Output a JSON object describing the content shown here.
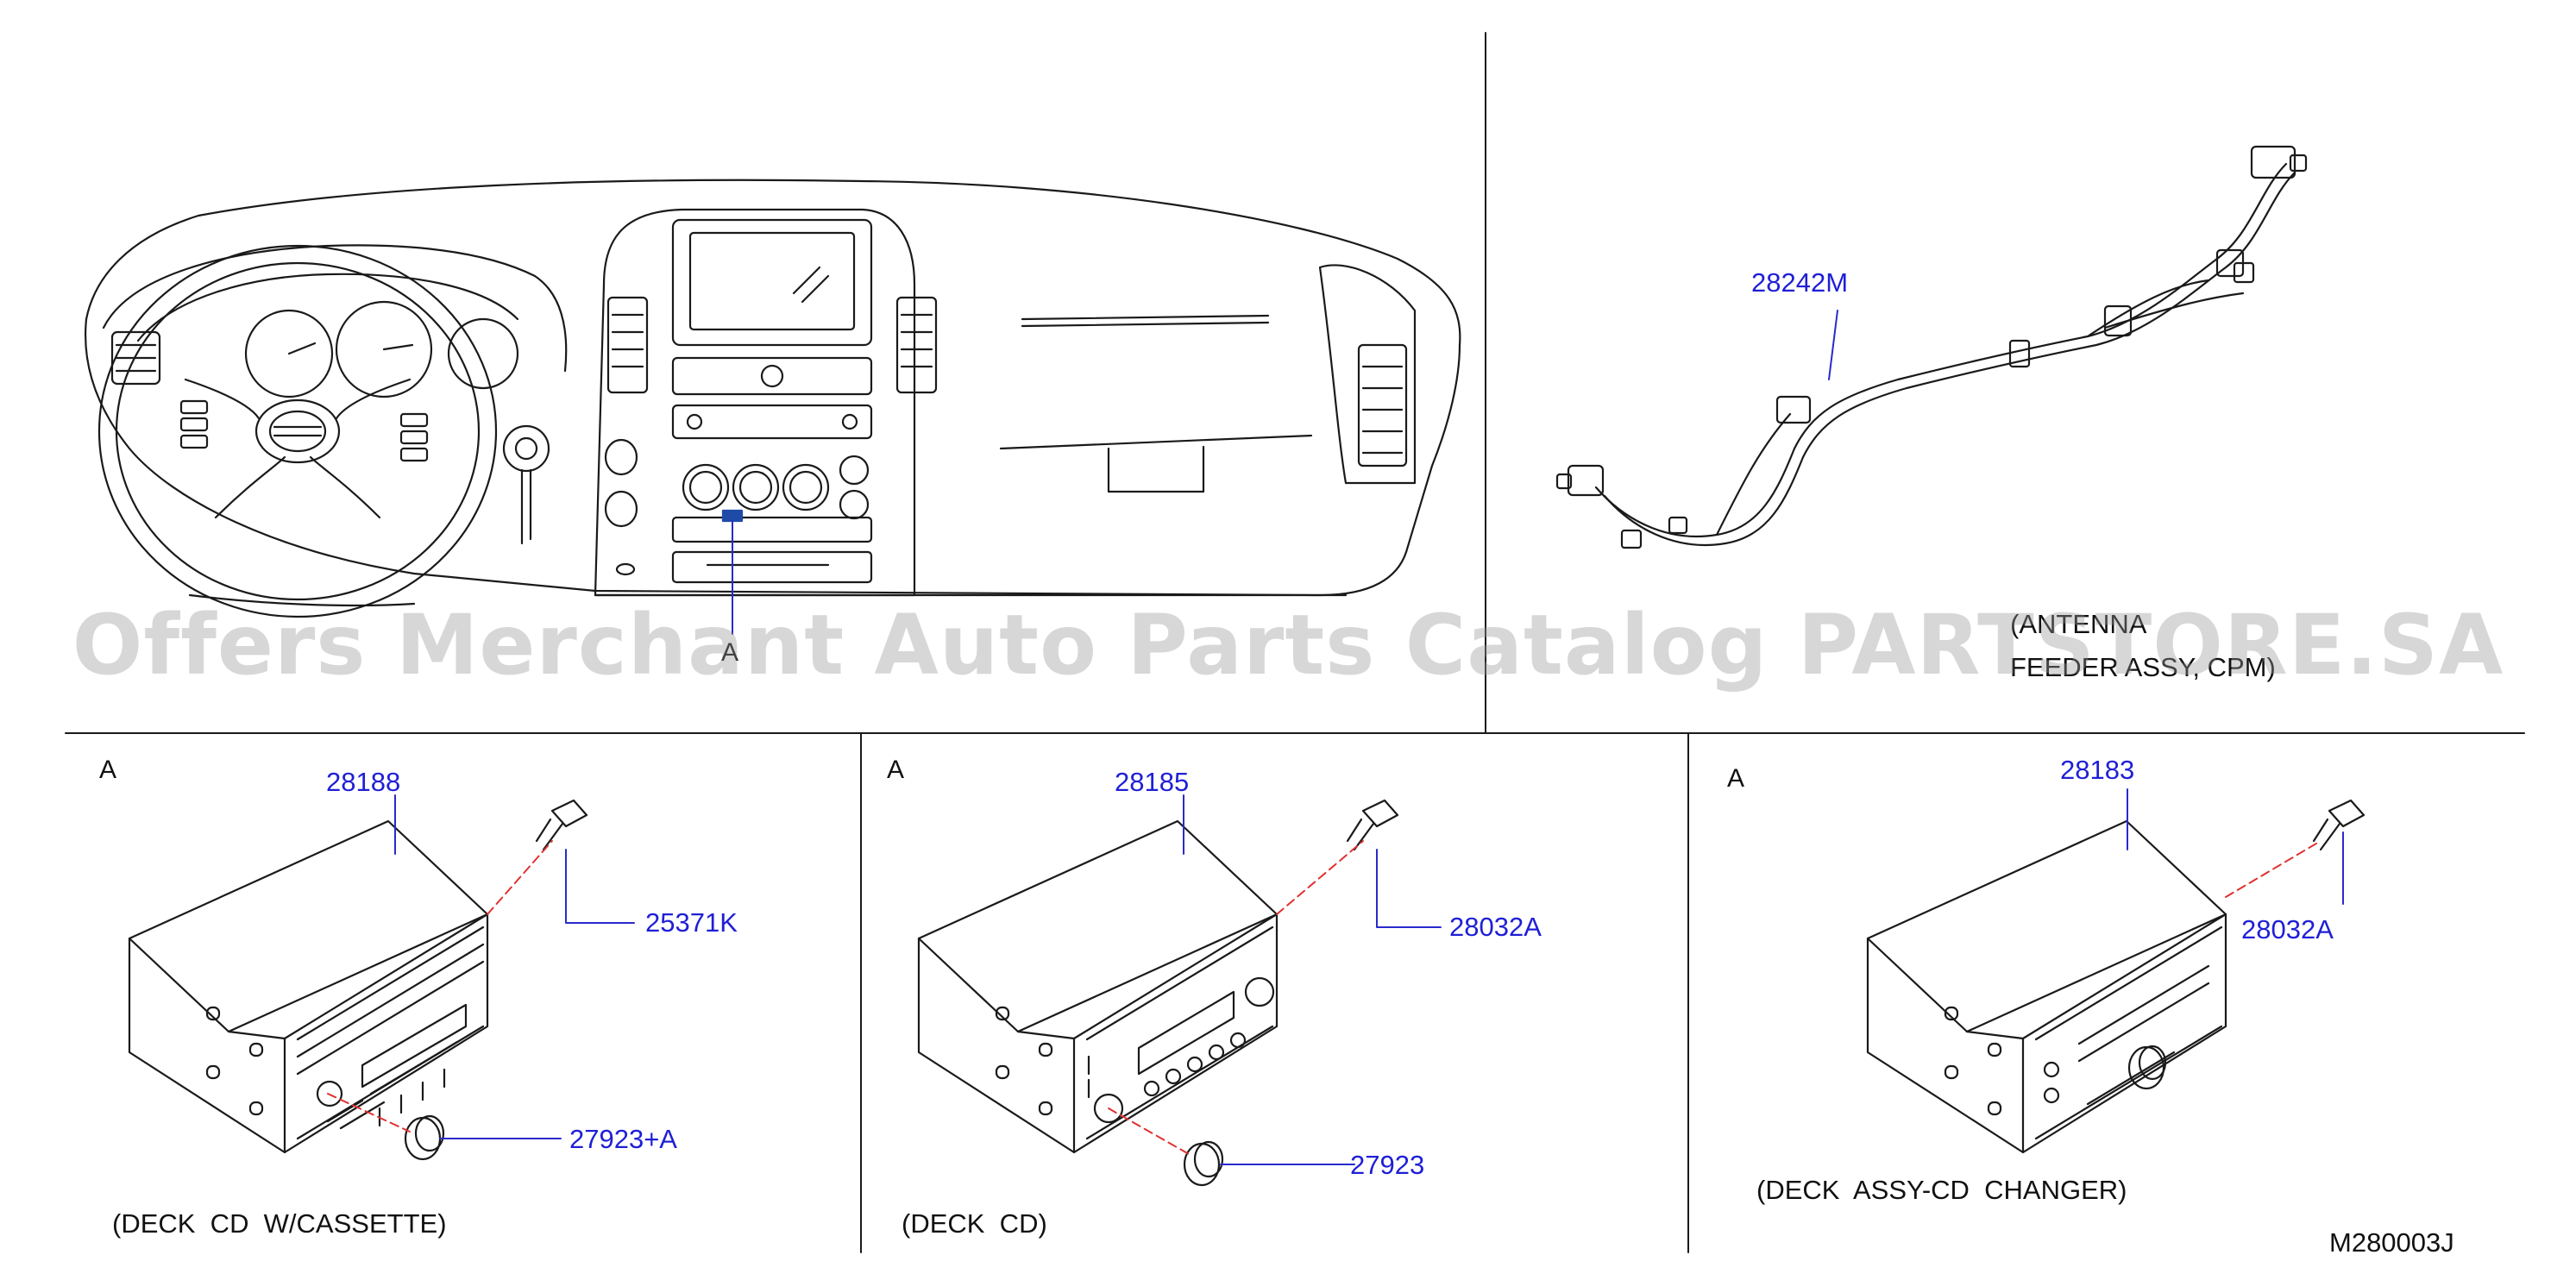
{
  "colors": {
    "line": "#1a1a1a",
    "callout": "#1f1fd6",
    "leader": "#2a2acc",
    "dashed": "#e03030",
    "highlight": "#1f4aa8",
    "watermark": "#969696"
  },
  "diagram_code": "M280003J",
  "watermark": "Offers Merchant Auto Parts Catalog PARTSTORE.SA",
  "dashboard": {
    "reference_letter": "A"
  },
  "antenna": {
    "part_number": "28242M",
    "caption_line1": "(ANTENNA",
    "caption_line2": "FEEDER ASSY, CPM)"
  },
  "sections": [
    {
      "letter": "A",
      "deck_part": "28188",
      "screw_part": "25371K",
      "knob_part": "27923+A",
      "caption": "(DECK  CD  W/CASSETTE)"
    },
    {
      "letter": "A",
      "deck_part": "28185",
      "screw_part": "28032A",
      "knob_part": "27923",
      "caption": "(DECK  CD)"
    },
    {
      "letter": "A",
      "deck_part": "28183",
      "screw_part": "28032A",
      "caption": "(DECK  ASSY-CD  CHANGER)"
    }
  ]
}
